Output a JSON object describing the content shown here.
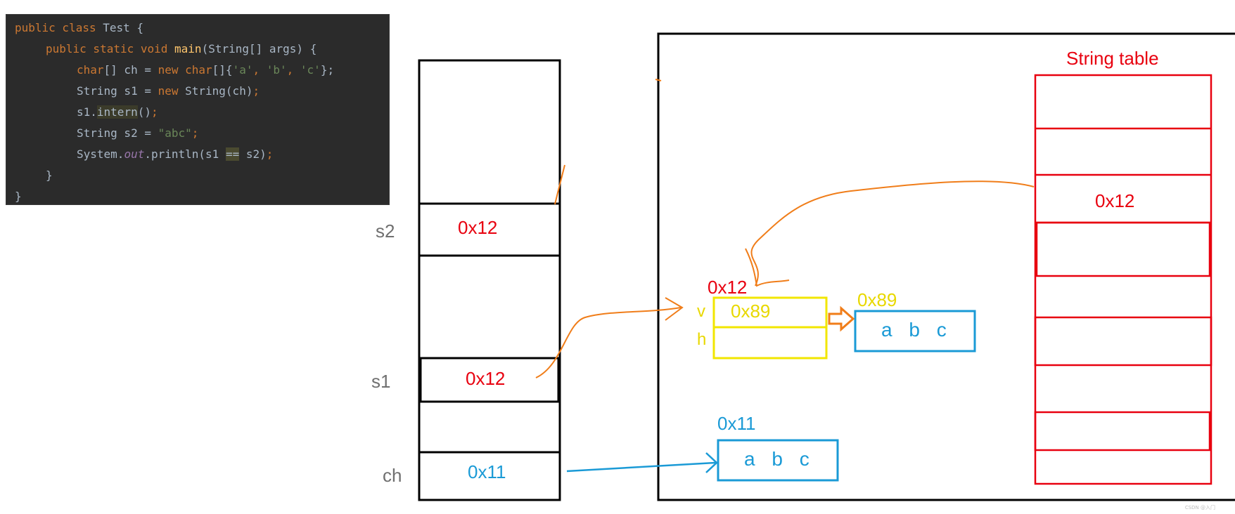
{
  "code": {
    "line1": {
      "kw": "public class ",
      "name": "Test {"
    },
    "line2": {
      "kw": "public static void ",
      "fn": "main",
      "rest": "(String[] args) {"
    },
    "line3": {
      "kw1": "char",
      "mid": "[] ch = ",
      "kw2": "new char",
      "mid2": "[]{",
      "s1": "'a'",
      "c1": ", ",
      "s2": "'b'",
      "c2": ", ",
      "s3": "'c'",
      "end": "};"
    },
    "line4": {
      "a": "String s1 = ",
      "kw": "new ",
      "b": "String(ch)",
      "end": ";"
    },
    "line5": {
      "a": "s1.",
      "hl": "intern",
      "b": "()",
      "end": ";"
    },
    "line6": {
      "a": "String s2 = ",
      "str": "\"abc\"",
      "end": ";"
    },
    "line7": {
      "a": "System.",
      "fld": "out",
      "b": ".println(s1 ",
      "hl": "==",
      "c": " s2)",
      "end": ";"
    },
    "line8": "}",
    "line9": "}"
  },
  "stack": {
    "var_labels": {
      "s2": "s2",
      "s1": "s1",
      "ch": "ch"
    },
    "values": {
      "s2": "0x12",
      "s1": "0x12",
      "ch": "0x11"
    }
  },
  "heap": {
    "string_obj_addr": "0x12",
    "field_v": "v",
    "field_h": "h",
    "v_value": "0x89",
    "char_array_addr": "0x89",
    "char_array_content": "a b c",
    "ch_array_addr": "0x11",
    "ch_array_content": "a b c"
  },
  "string_table": {
    "title": "String table",
    "entry": "0x12"
  },
  "watermark": "CSDN @入门",
  "colors": {
    "red": "#e8000f",
    "blue": "#1a9ad6",
    "yellow": "#e8d800",
    "orange": "#f07d19"
  }
}
